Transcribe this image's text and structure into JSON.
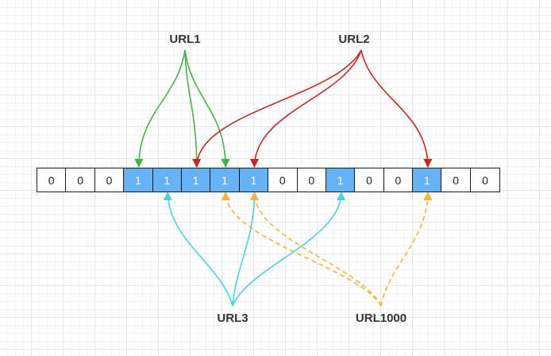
{
  "urls": {
    "url1": "URL1",
    "url2": "URL2",
    "url3": "URL3",
    "url1000": "URL1000"
  },
  "bits": [
    "0",
    "0",
    "0",
    "1",
    "1",
    "1",
    "1",
    "1",
    "0",
    "0",
    "1",
    "0",
    "0",
    "1",
    "0",
    "0"
  ],
  "mappings": {
    "url1": [
      3,
      5,
      6
    ],
    "url2": [
      5,
      7,
      13
    ],
    "url3": [
      4,
      7,
      10
    ],
    "url1000": [
      6,
      7,
      13
    ]
  },
  "colors": {
    "url1": "#4caf50",
    "url2": "#c62828",
    "url3": "#4dd0e1",
    "url1000": "#f5b342",
    "bit_on": "#66b2f5"
  }
}
